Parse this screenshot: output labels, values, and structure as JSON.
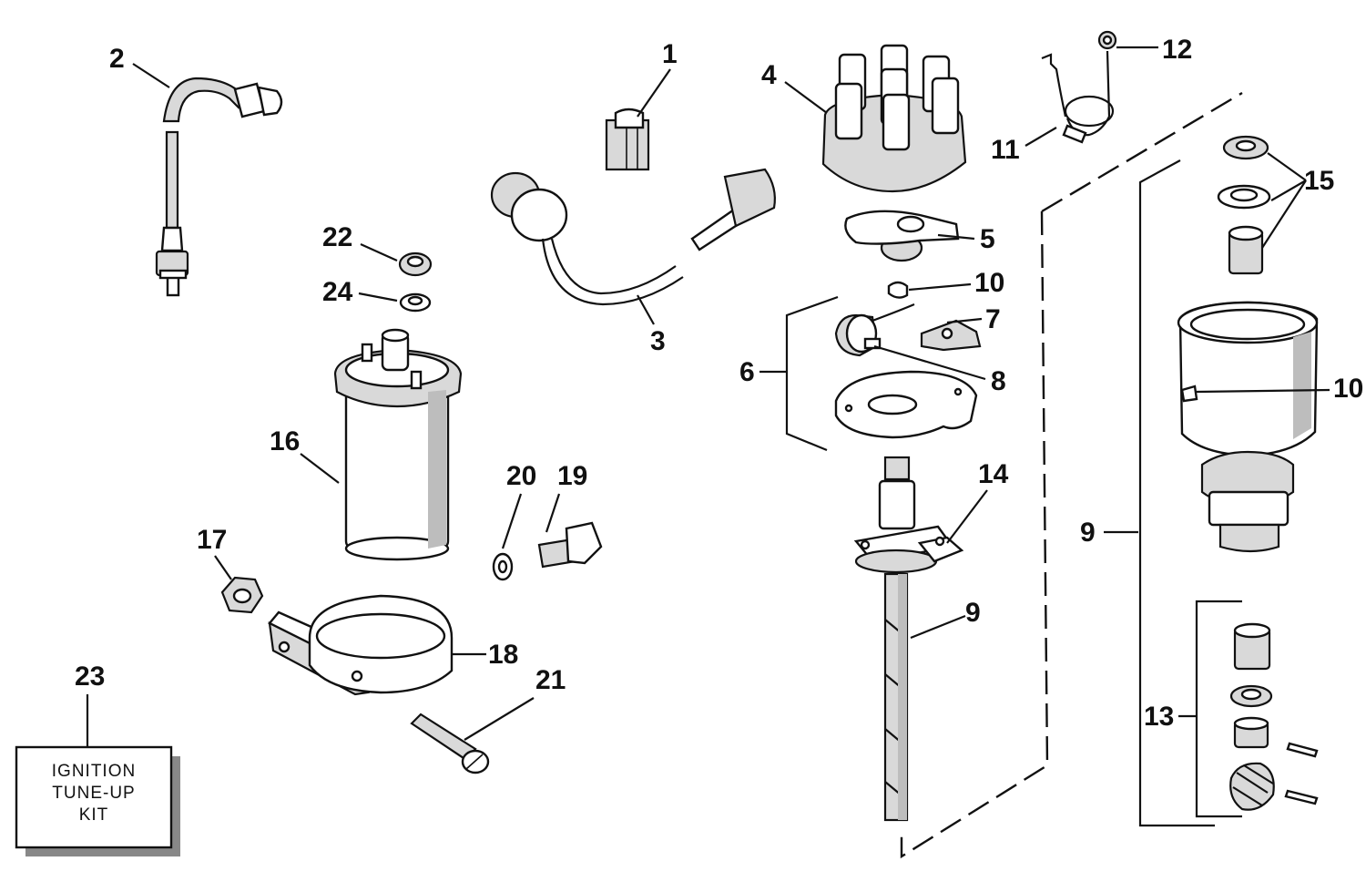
{
  "callouts": {
    "c1": "1",
    "c2": "2",
    "c3": "3",
    "c4": "4",
    "c5": "5",
    "c6": "6",
    "c7": "7",
    "c8": "8",
    "c9a": "9",
    "c9b": "9",
    "c10a": "10",
    "c10b": "10",
    "c11": "11",
    "c12": "12",
    "c13": "13",
    "c14": "14",
    "c15": "15",
    "c16": "16",
    "c17": "17",
    "c18": "18",
    "c19": "19",
    "c20": "20",
    "c21": "21",
    "c22": "22",
    "c23": "23",
    "c24": "24"
  },
  "kit_box": {
    "line1": "IGNITION",
    "line2": "TUNE-UP",
    "line3": "KIT"
  }
}
